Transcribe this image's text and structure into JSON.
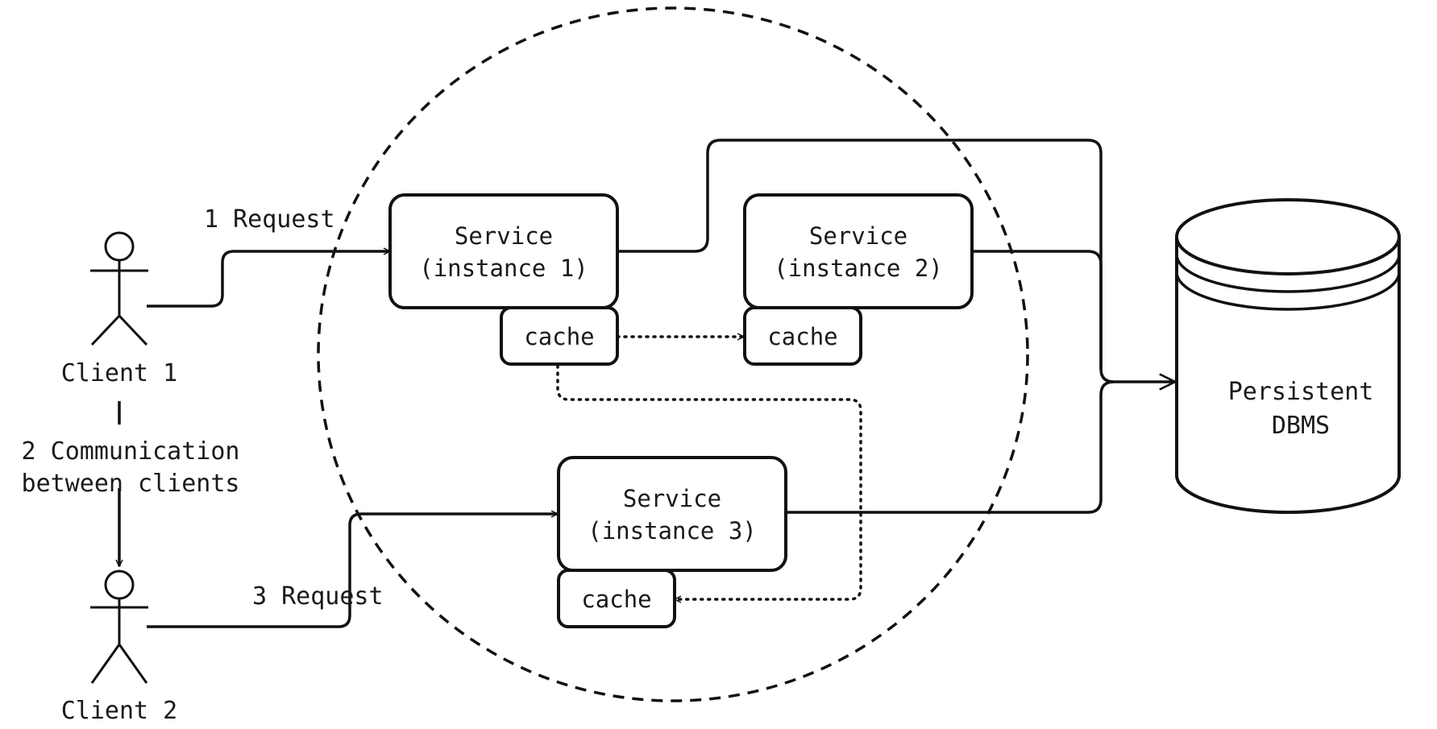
{
  "clients": [
    {
      "id": "client-1",
      "label": "Client 1"
    },
    {
      "id": "client-2",
      "label": "Client 2"
    }
  ],
  "services": [
    {
      "id": "service-1",
      "line1": "Service",
      "line2": "(instance 1)",
      "cache": "cache"
    },
    {
      "id": "service-2",
      "line1": "Service",
      "line2": "(instance 2)",
      "cache": "cache"
    },
    {
      "id": "service-3",
      "line1": "Service",
      "line2": "(instance 3)",
      "cache": "cache"
    }
  ],
  "database": {
    "line1": "Persistent",
    "line2": "DBMS"
  },
  "edges": {
    "request_1": "1 Request",
    "communication_line1": "2 Communication",
    "communication_line2": "between clients",
    "request_3": "3 Request"
  }
}
